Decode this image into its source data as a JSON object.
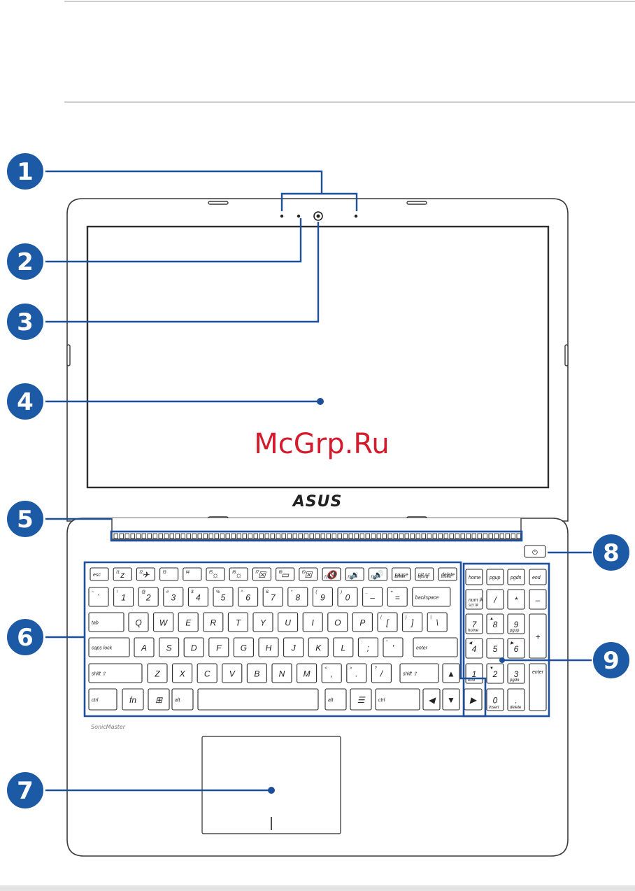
{
  "watermark": "McGrp.Ru",
  "logo": "ASUS",
  "speaker_brand": "SonicMaster",
  "accent_color": "#1d5aa6",
  "callouts": [
    "1",
    "2",
    "3",
    "4",
    "5",
    "6",
    "7",
    "8",
    "9"
  ],
  "keyboard": {
    "rows": [
      [
        {
          "t": "esc"
        },
        {
          "t": "z",
          "s": "f1"
        },
        {
          "t": "✈",
          "s": "f2"
        },
        {
          "t": "",
          "s": "f3"
        },
        {
          "t": "",
          "s": "f4"
        },
        {
          "t": "☼",
          "s": "f5"
        },
        {
          "t": "☼",
          "s": "f6"
        },
        {
          "t": "☒",
          "s": "f7"
        },
        {
          "t": "▭",
          "s": "f8"
        },
        {
          "t": "☒",
          "s": "f9"
        },
        {
          "t": "🔇",
          "s": "f10"
        },
        {
          "t": "🔉",
          "s": "f11"
        },
        {
          "t": "🔊",
          "s": "f12"
        },
        {
          "t": "pause",
          "s": "break"
        },
        {
          "t": "prt sc",
          "s": "sysrq"
        },
        {
          "t": "delete",
          "s": "insert"
        }
      ],
      [
        {
          "t": "`",
          "s": "~"
        },
        {
          "t": "1",
          "s": "!"
        },
        {
          "t": "2",
          "s": "@"
        },
        {
          "t": "3",
          "s": "#"
        },
        {
          "t": "4",
          "s": "$"
        },
        {
          "t": "5",
          "s": "%"
        },
        {
          "t": "6",
          "s": "^"
        },
        {
          "t": "7",
          "s": "&"
        },
        {
          "t": "8",
          "s": "*"
        },
        {
          "t": "9",
          "s": "("
        },
        {
          "t": "0",
          "s": ")"
        },
        {
          "t": "–",
          "s": "_"
        },
        {
          "t": "=",
          "s": "+"
        },
        {
          "t": "backspace"
        }
      ],
      [
        {
          "t": "tab"
        },
        {
          "t": "Q"
        },
        {
          "t": "W"
        },
        {
          "t": "E"
        },
        {
          "t": "R"
        },
        {
          "t": "T"
        },
        {
          "t": "Y"
        },
        {
          "t": "U"
        },
        {
          "t": "I"
        },
        {
          "t": "O"
        },
        {
          "t": "P"
        },
        {
          "t": "[",
          "s": "{"
        },
        {
          "t": "]",
          "s": "}"
        },
        {
          "t": "\\",
          "s": "|"
        }
      ],
      [
        {
          "t": "caps lock"
        },
        {
          "t": "A"
        },
        {
          "t": "S"
        },
        {
          "t": "D"
        },
        {
          "t": "F"
        },
        {
          "t": "G"
        },
        {
          "t": "H"
        },
        {
          "t": "J"
        },
        {
          "t": "K"
        },
        {
          "t": "L"
        },
        {
          "t": ";",
          "s": ":"
        },
        {
          "t": "'",
          "s": "\""
        },
        {
          "t": "enter"
        }
      ],
      [
        {
          "t": "shift ⇧"
        },
        {
          "t": "Z"
        },
        {
          "t": "X"
        },
        {
          "t": "C"
        },
        {
          "t": "V"
        },
        {
          "t": "B"
        },
        {
          "t": "N"
        },
        {
          "t": "M"
        },
        {
          "t": ",",
          "s": "<"
        },
        {
          "t": ".",
          "s": ">"
        },
        {
          "t": "/",
          "s": "?"
        },
        {
          "t": "shift ⇧"
        },
        {
          "t": "▲"
        }
      ],
      [
        {
          "t": "ctrl"
        },
        {
          "t": "fn"
        },
        {
          "t": "⊞"
        },
        {
          "t": "alt"
        },
        {
          "t": ""
        },
        {
          "t": "alt"
        },
        {
          "t": "☰"
        },
        {
          "t": "ctrl"
        },
        {
          "t": "◀"
        },
        {
          "t": "▼"
        },
        {
          "t": "▶"
        }
      ]
    ],
    "numpad": [
      {
        "t": "home"
      },
      {
        "t": "pgup"
      },
      {
        "t": "pgdn"
      },
      {
        "t": "end"
      },
      {
        "t": "num lk",
        "s": "scr lk"
      },
      {
        "t": "/"
      },
      {
        "t": "*"
      },
      {
        "t": "–"
      },
      {
        "t": "7",
        "s": "home"
      },
      {
        "t": "8",
        "s": "▲"
      },
      {
        "t": "9",
        "s": "pgup"
      },
      {
        "t": "+"
      },
      {
        "t": "4",
        "s": "◀"
      },
      {
        "t": "5"
      },
      {
        "t": "6",
        "s": "▶"
      },
      {
        "t": "1",
        "s": "end"
      },
      {
        "t": "2",
        "s": "▼"
      },
      {
        "t": "3",
        "s": "pgdn"
      },
      {
        "t": "enter"
      },
      {
        "t": "0",
        "s": "insert"
      },
      {
        "t": ".",
        "s": "delete"
      }
    ]
  }
}
